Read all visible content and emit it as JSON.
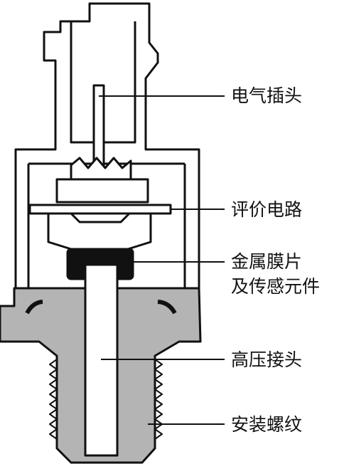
{
  "labels": {
    "plug": "电气插头",
    "circuit": "评价电路",
    "diaphragm_line1": "金属膜片",
    "diaphragm_line2": "及传感元件",
    "connector": "高压接头",
    "thread": "安装螺纹"
  },
  "colors": {
    "outline": "#111111",
    "body_fill": "#b4b4b4",
    "background": "#ffffff",
    "diaphragm": "#111111"
  }
}
